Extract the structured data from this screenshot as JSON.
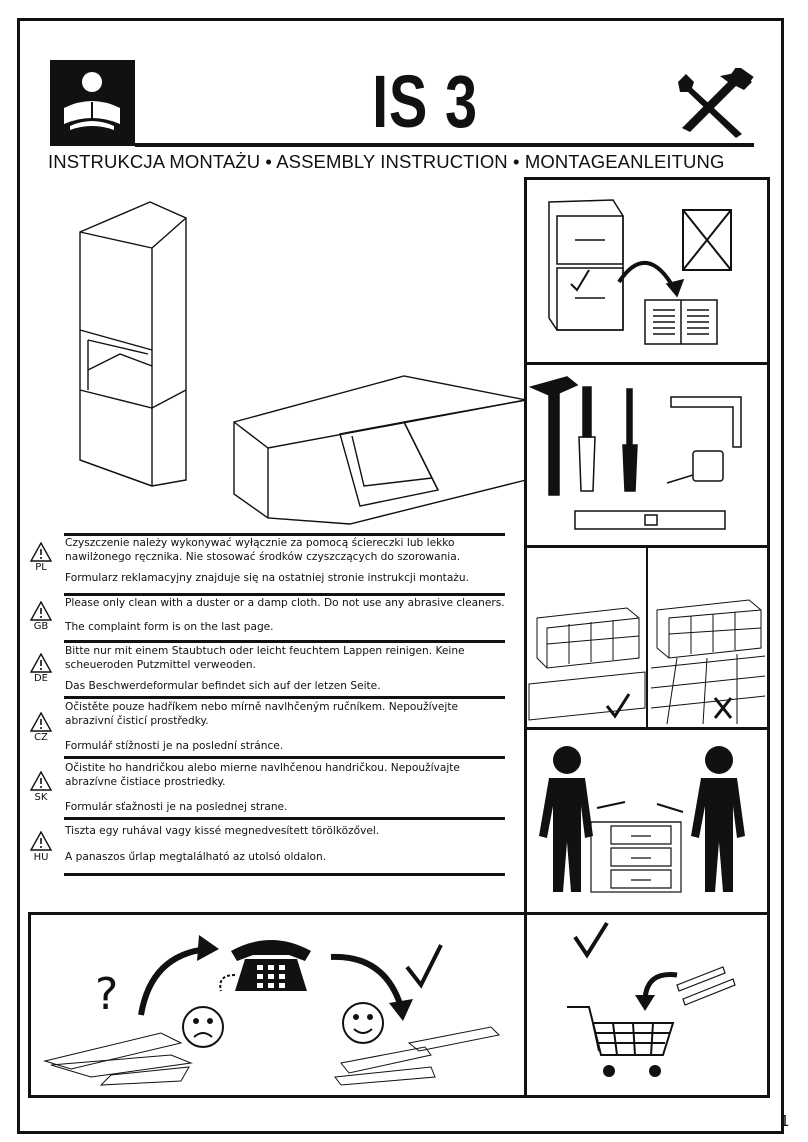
{
  "header": {
    "title": "IS 3",
    "subtitle": "INSTRUKCJA MONTAŻU • ASSEMBLY INSTRUCTION • MONTAGEANLEITUNG"
  },
  "languages": [
    {
      "code": "PL",
      "line1": "Czyszczenie należy wykonywać wyłącznie za pomocą ściereczki lub lekko",
      "line2": "nawilżonego ręcznika. Nie stosować środków czyszczących do szorowania.",
      "line3": "Formularz reklamacyjny znajduje się na ostatniej stronie instrukcji montażu."
    },
    {
      "code": "GB",
      "line1": "Please only clean with a duster or a damp cloth. Do not use any abrasive cleaners.",
      "line2": "",
      "line3": "The complaint form is on the last page."
    },
    {
      "code": "DE",
      "line1": "Bitte nur mit einem Staubtuch oder leicht feuchtem Lappen reinigen. Keine",
      "line2": "scheueroden Putzmittel verweoden.",
      "line3": "Das Beschwerdeformular befindet sich auf der letzen Seite."
    },
    {
      "code": "CZ",
      "line1": "Očistěte pouze hadříkem nebo mírně navlhčeným ručníkem. Nepoužívejte",
      "line2": "abrazivní čisticí prostředky.",
      "line3": "Formulář stížnosti je na poslední stránce."
    },
    {
      "code": "SK",
      "line1": "Očistite ho handričkou alebo mierne navlhčenou handričkou. Nepoužívajte",
      "line2": "abrazívne čistiace prostriedky.",
      "line3": "Formulár sťažnosti je na poslednej strane."
    },
    {
      "code": "HU",
      "line1": "Tiszta egy ruhával vagy kissé megnedvesített törölközővel.",
      "line2": "",
      "line3": "A panaszos űrlap megtalálható az utolsó oldalon."
    }
  ],
  "page_number": "1",
  "icons": {
    "reader": "reading-person-icon",
    "tools": "hammer-wrench-icon",
    "warning": "warning-triangle-icon",
    "question": "?",
    "check": "check-icon",
    "cross": "cross-icon"
  },
  "colors": {
    "ink": "#111111",
    "paper": "#ffffff"
  }
}
